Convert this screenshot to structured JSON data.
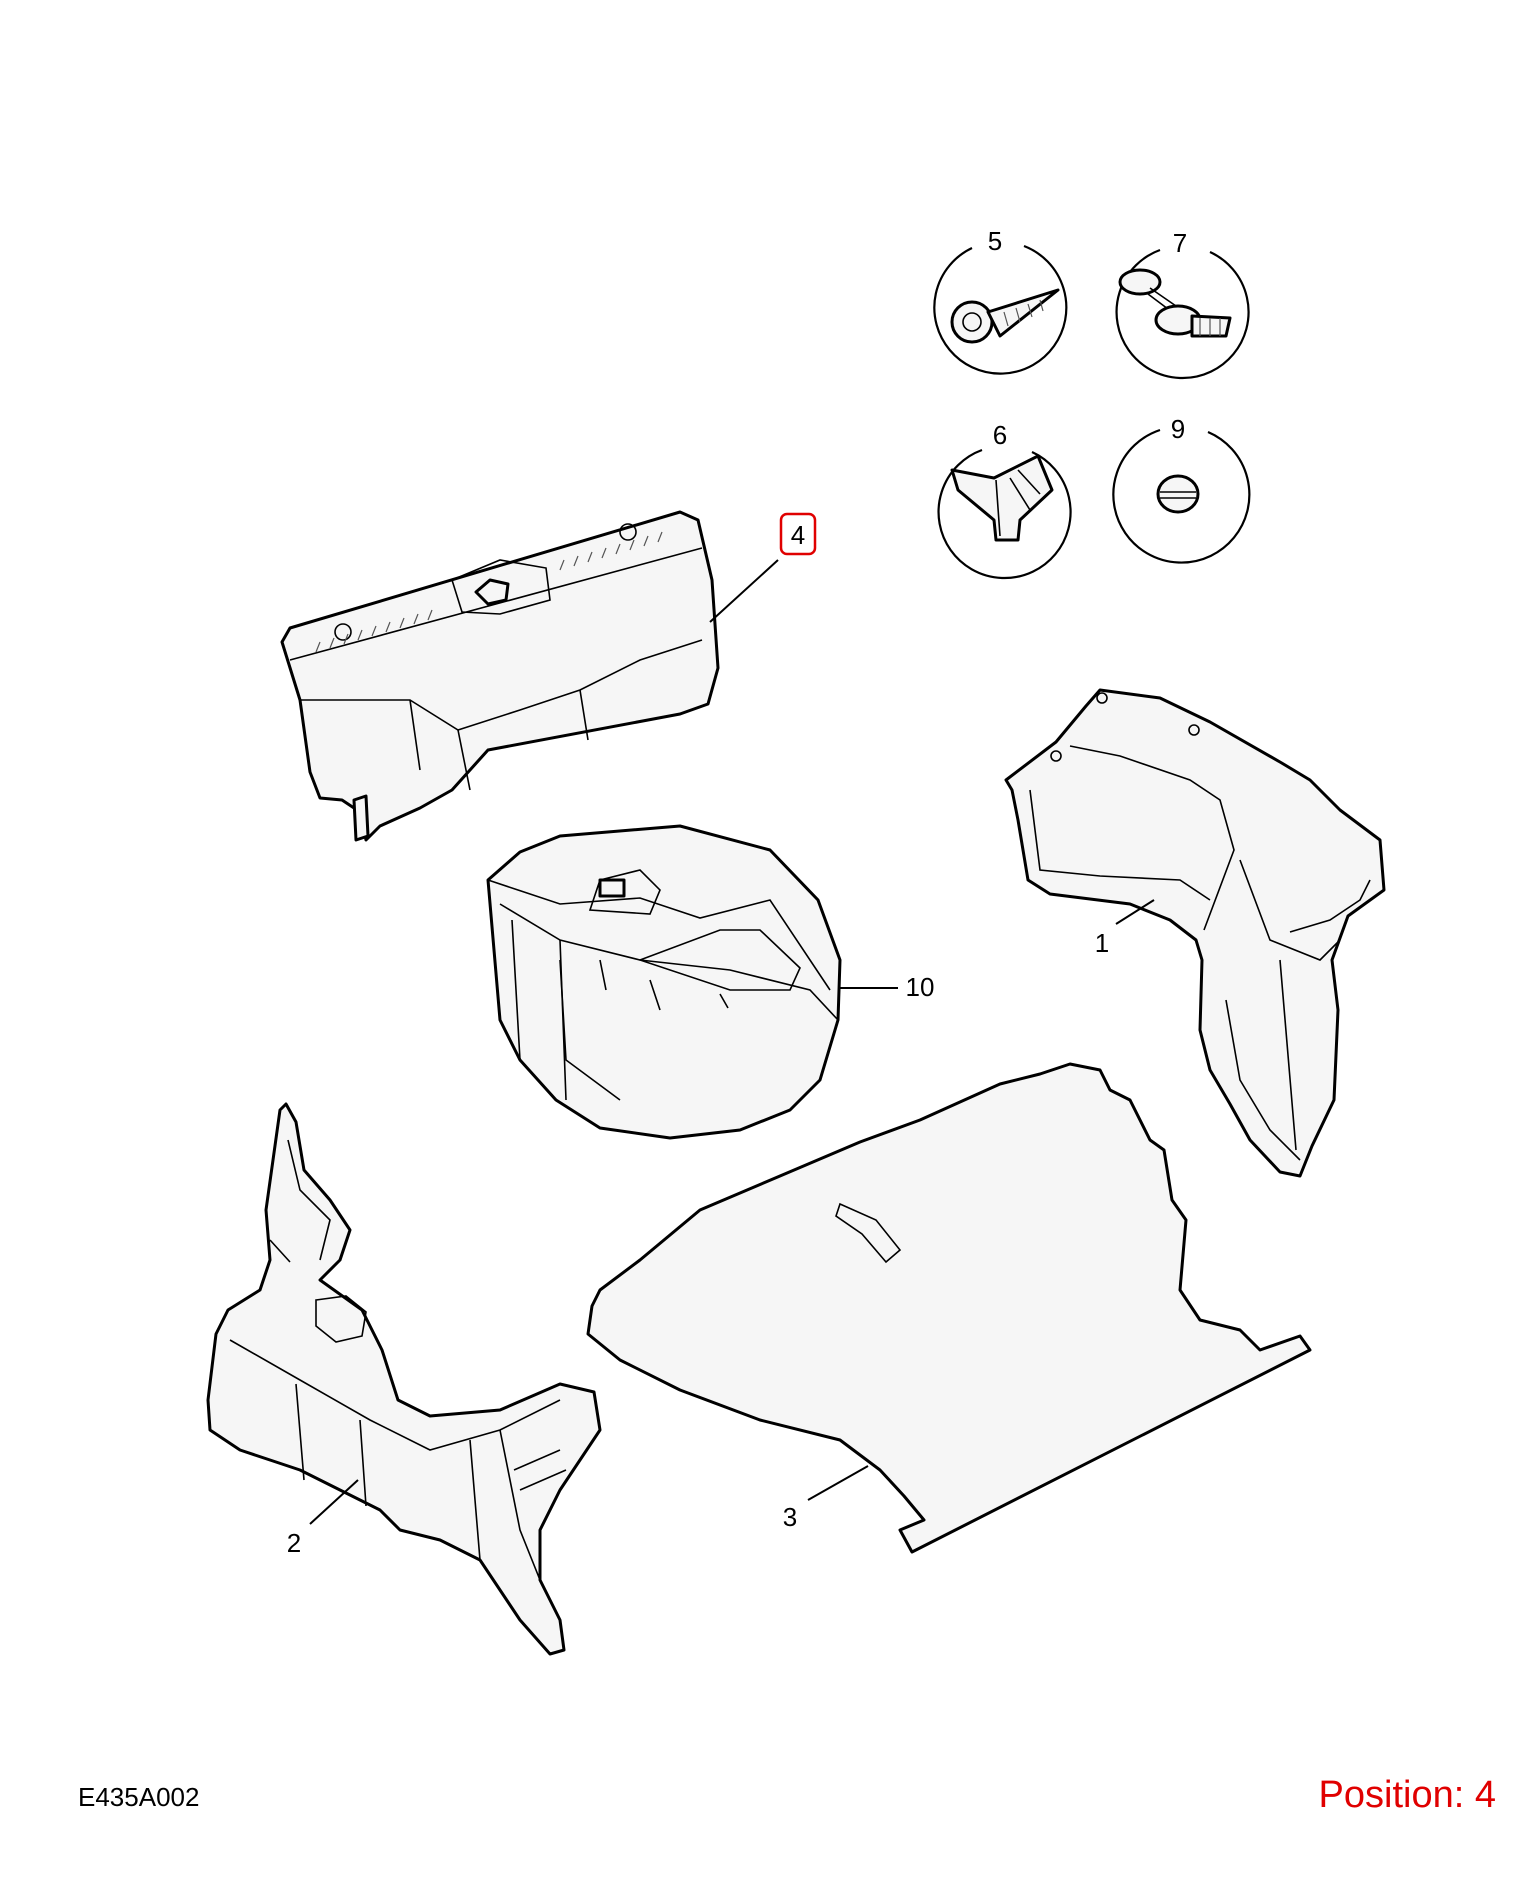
{
  "diagram": {
    "code": "E435A002",
    "position_text": "Position: 4",
    "highlight_color": "#e00000",
    "parts": [
      {
        "number": "1",
        "icon": "side-trim-panel-right"
      },
      {
        "number": "2",
        "icon": "side-trim-panel-left"
      },
      {
        "number": "3",
        "icon": "floor-carpet"
      },
      {
        "number": "4",
        "icon": "rear-sill-trim-panel",
        "highlighted": true
      },
      {
        "number": "5",
        "icon": "screw-icon"
      },
      {
        "number": "6",
        "icon": "clip-icon"
      },
      {
        "number": "7",
        "icon": "push-rivet-icon"
      },
      {
        "number": "9",
        "icon": "plug-cap-icon"
      },
      {
        "number": "10",
        "icon": "spare-wheel-storage-tray"
      }
    ]
  }
}
